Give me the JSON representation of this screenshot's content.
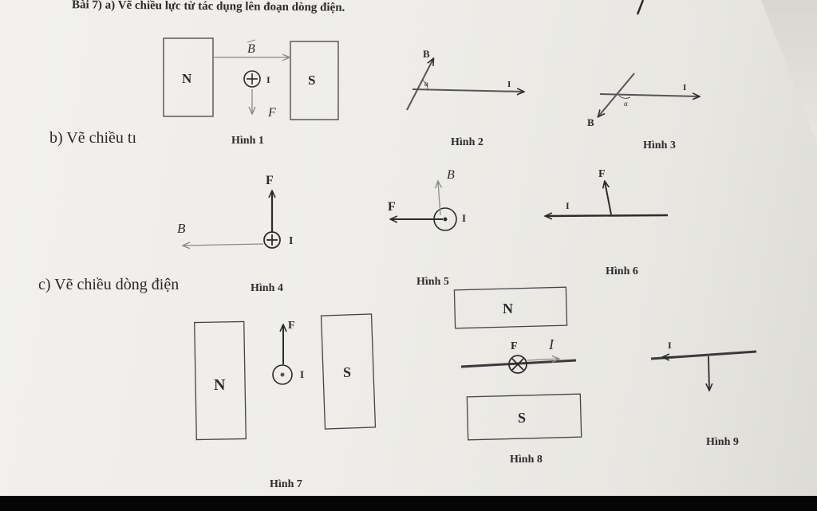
{
  "exercise": {
    "title": "Bài 7) a) Vẽ chiều lực từ tác dụng lên đoạn dòng điện.",
    "part_b": "b) Vẽ chiều tı",
    "part_c": "c) Vẽ chiều dòng điện"
  },
  "labels": {
    "north": "N",
    "south": "S",
    "current": "I",
    "field": "B",
    "force": "F",
    "angle": "α"
  },
  "captions": {
    "fig1": "Hình 1",
    "fig2": "Hình 2",
    "fig3": "Hình 3",
    "fig4": "Hình 4",
    "fig5": "Hình 5",
    "fig6": "Hình 6",
    "fig7": "Hình 7",
    "fig8": "Hình 8",
    "fig9": "Hình 9"
  },
  "colors": {
    "ink": "#2b2b2b",
    "pencil": "#8a8a8a"
  }
}
